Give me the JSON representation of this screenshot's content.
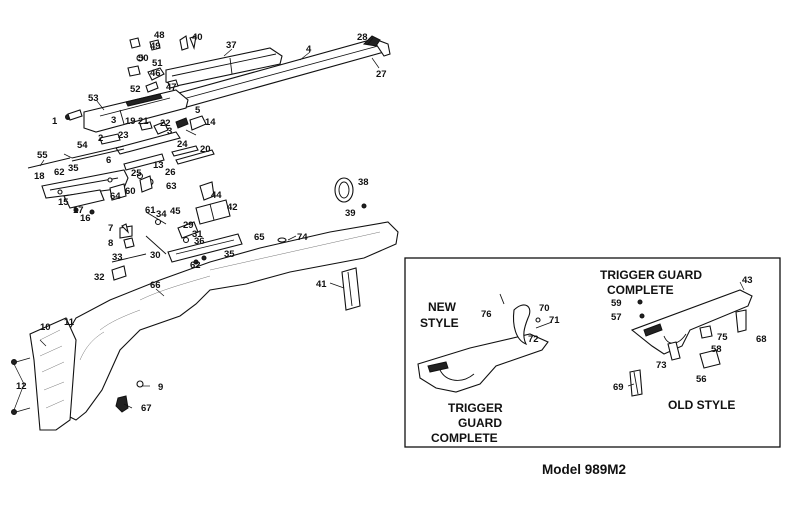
{
  "title": "Model 989M2",
  "inset": {
    "new_style": "NEW\nSTYLE",
    "trigger_guard_complete_left": "TRIGGER\nGUARD\nCOMPLETE",
    "trigger_guard_complete_right": "TRIGGER GUARD\nCOMPLETE",
    "old_style": "OLD STYLE"
  },
  "parts": [
    "1",
    "2",
    "3",
    "3",
    "4",
    "5",
    "6",
    "7",
    "8",
    "9",
    "10",
    "11",
    "12",
    "13",
    "14",
    "15",
    "16",
    "17",
    "18",
    "19",
    "20",
    "21",
    "22",
    "23",
    "24",
    "25",
    "26",
    "27",
    "28",
    "29",
    "30",
    "31",
    "32",
    "33",
    "34",
    "35",
    "35",
    "36",
    "37",
    "38",
    "39",
    "40",
    "41",
    "42",
    "43",
    "44",
    "45",
    "46",
    "47",
    "48",
    "49",
    "50",
    "51",
    "52",
    "53",
    "54",
    "55",
    "56",
    "57",
    "58",
    "59",
    "60",
    "61",
    "62",
    "62",
    "63",
    "64",
    "65",
    "66",
    "67",
    "68",
    "69",
    "70",
    "71",
    "72",
    "73",
    "74",
    "75",
    "76"
  ]
}
